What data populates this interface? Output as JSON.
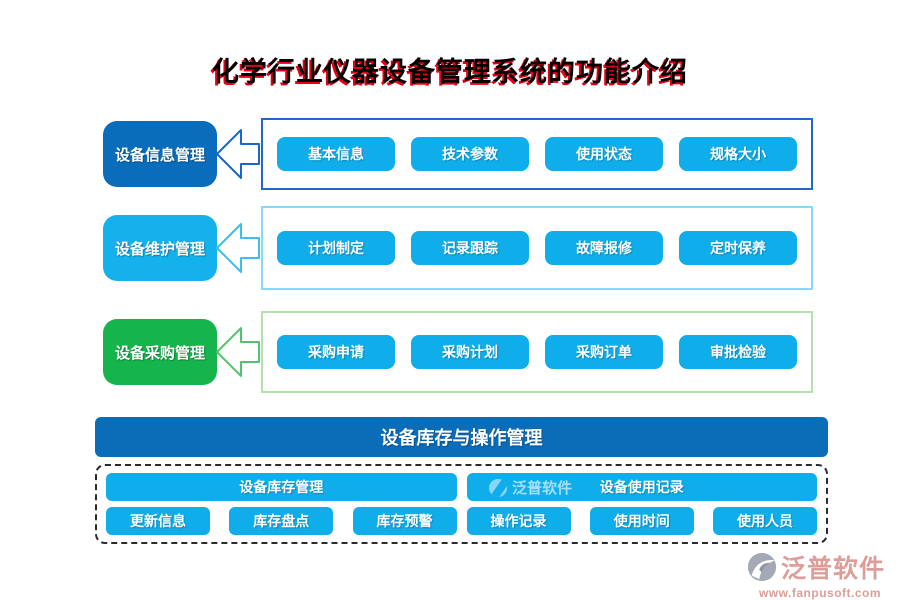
{
  "title": "化学行业仪器设备管理系统的功能介绍",
  "colors": {
    "title_shadow": "#e60012",
    "row1_label": "#0a6dbb",
    "row1_border": "#2268cc",
    "row1_arrow": "#1a66cf",
    "row2_label": "#14b1ec",
    "row2_border": "#86d9f8",
    "row2_arrow": "#3ebdf0",
    "row3_label": "#16b44d",
    "row3_border": "#b4e0ad",
    "row3_arrow": "#55c36e",
    "button": "#0fadea",
    "bar": "#0b6cb8",
    "logo_text": "#dc9e98"
  },
  "rows": [
    {
      "label": "设备信息管理",
      "items": [
        "基本信息",
        "技术参数",
        "使用状态",
        "规格大小"
      ]
    },
    {
      "label": "设备维护管理",
      "items": [
        "计划制定",
        "记录跟踪",
        "故障报修",
        "定时保养"
      ]
    },
    {
      "label": "设备采购管理",
      "items": [
        "采购申请",
        "采购计划",
        "采购订单",
        "审批检验"
      ]
    }
  ],
  "bottom": {
    "bar_title": "设备库存与操作管理",
    "groups": [
      {
        "header": "设备库存管理",
        "items": [
          "更新信息",
          "库存盘点",
          "库存预警"
        ]
      },
      {
        "header": "设备使用记录",
        "items": [
          "操作记录",
          "使用时间",
          "使用人员"
        ]
      }
    ]
  },
  "watermark": {
    "text": "泛普软件"
  },
  "logo": {
    "name": "泛普软件",
    "url": "www.fanpusoft.com"
  }
}
